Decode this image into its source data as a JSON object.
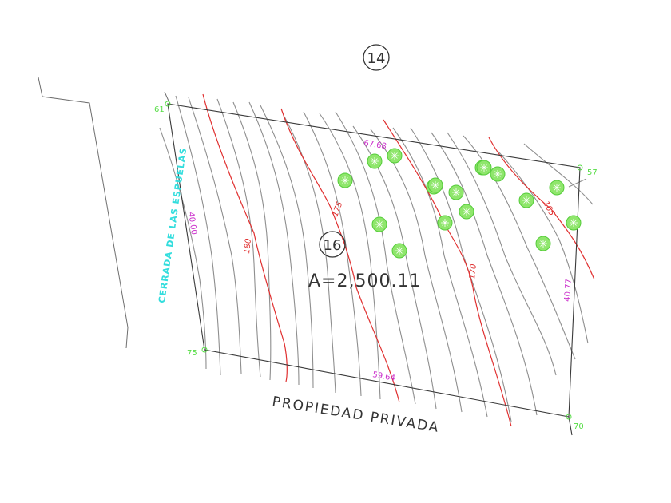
{
  "lot_numbers": {
    "adjacent": "14",
    "current": "16"
  },
  "area_label": "A=2,500.11",
  "street_label": "CERRADA DE LAS ESPUELAS",
  "adjacent_property_label": "PROPIEDAD PRIVADA",
  "vertices": [
    {
      "id": "61"
    },
    {
      "id": "57"
    },
    {
      "id": "70"
    },
    {
      "id": "75"
    }
  ],
  "dimensions": {
    "north": "67.68",
    "south": "59.64",
    "west": "40.00",
    "east": "40.77"
  },
  "contour_labels": [
    "180",
    "175",
    "170",
    "165"
  ],
  "tree_count": 17,
  "colors": {
    "contour": "#8e8e8e",
    "contour_major": "#e03030",
    "dimension": "#cc33cc",
    "vertex": "#55dd44",
    "street": "#33dddd",
    "tree": "#8fe66c"
  }
}
